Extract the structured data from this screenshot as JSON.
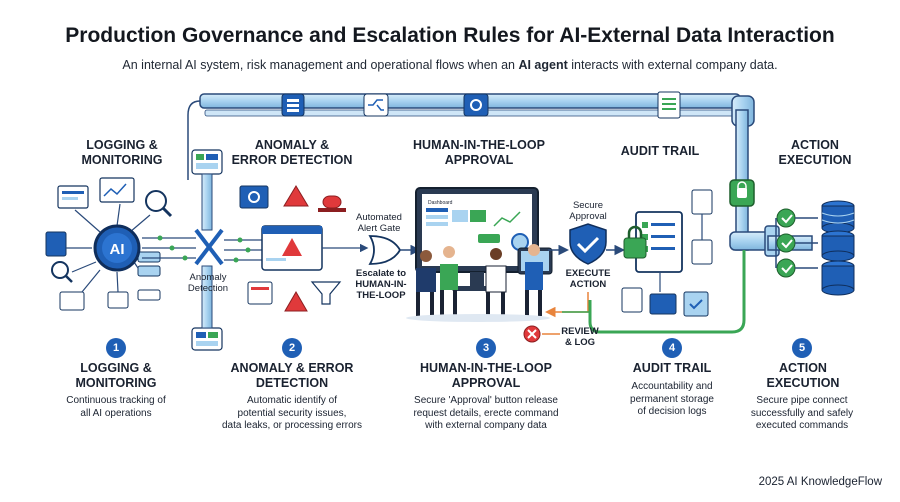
{
  "header": {
    "title": "Production Governance and Escalation Rules for AI-External Data Interaction",
    "subtitle_before": "An internal AI system, risk management and operational flows when an ",
    "subtitle_bold": "AI agent",
    "subtitle_after": " interacts with external company data."
  },
  "stages_top": [
    {
      "title": "LOGGING &\nMONITORING"
    },
    {
      "title": "ANOMALY &\nERROR DETECTION"
    },
    {
      "title": "HUMAN-IN-THE-LOOP\nAPPROVAL"
    },
    {
      "title": "AUDIT TRAIL"
    },
    {
      "title": "ACTION\nEXECUTION"
    }
  ],
  "diagram_labels": {
    "ai_core": "AI",
    "anomaly_detection": "Anomaly\nDetection",
    "automated_alert_gate": "Automated\nAlert Gate",
    "escalate": "Escalate to\nHUMAN-IN-\nTHE-LOOP",
    "dashboard": "Dashboard",
    "secure_approval": "Secure\nApproval",
    "execute_action": "EXECUTE\nACTION",
    "review_log": "REVIEW\n& LOG"
  },
  "stages_bottom": [
    {
      "num": "1",
      "title": "LOGGING &\nMONITORING",
      "desc": "Continuous tracking of\nall AI operations"
    },
    {
      "num": "2",
      "title": "ANOMALY & ERROR\nDETECTION",
      "desc": "Automatic identify of\npotential security issues,\ndata leaks, or processing errors"
    },
    {
      "num": "3",
      "title": "HUMAN-IN-THE-LOOP\nAPPROVAL",
      "desc": "Secure 'Approval' button release\nrequest details, erecte command\nwith external company data"
    },
    {
      "num": "4",
      "title": "AUDIT TRAIL",
      "desc": "Accountability and\npermanent storage\nof decision logs"
    },
    {
      "num": "5",
      "title": "ACTION\nEXECUTION",
      "desc": "Secure pipe connect\nsuccessfully and safely\nexecuted commands"
    }
  ],
  "footer": {
    "credit": "2025 AI KnowledgeFlow"
  },
  "colors": {
    "accent_blue": "#1f5fb5",
    "light_blue": "#a9d3f0",
    "warning_red": "#e0393b",
    "success_green": "#3aa655",
    "orange": "#e8843c"
  }
}
